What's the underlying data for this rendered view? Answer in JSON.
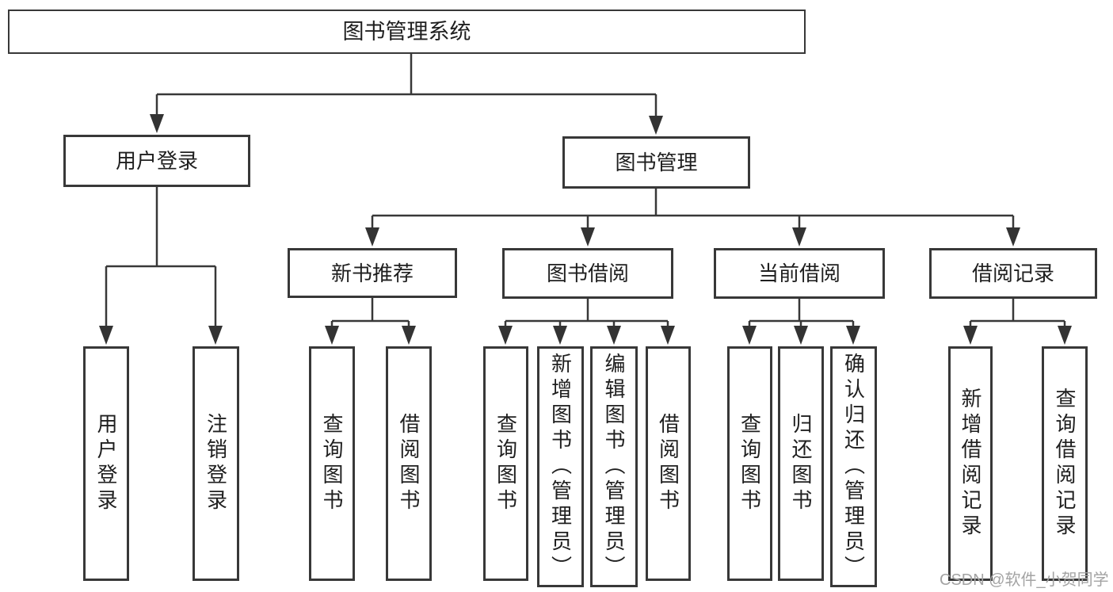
{
  "nodes": {
    "root": "图书管理系统",
    "user_login": "用户登录",
    "book_management": "图书管理",
    "new_book_recommend": "新书推荐",
    "book_borrowing": "图书借阅",
    "current_borrowing": "当前借阅",
    "borrow_records": "借阅记录",
    "leaf_user_login": "用户登录",
    "leaf_logout": "注销登录",
    "leaf_nb_query_books": "查询图书",
    "leaf_nb_borrow_books": "借阅图书",
    "leaf_bb_query_books": "查询图书",
    "leaf_bb_add_books_admin": "新增图书（管理员）",
    "leaf_bb_edit_books_admin": "编辑图书（管理员）",
    "leaf_bb_borrow_books": "借阅图书",
    "leaf_cb_query_books": "查询图书",
    "leaf_cb_return_books": "归还图书",
    "leaf_cb_confirm_return_admin": "确认归还（管理员）",
    "leaf_br_add_record": "新增借阅记录",
    "leaf_br_query_record": "查询借阅记录"
  },
  "watermark": "CSDN @软件_小贺同学",
  "colors": {
    "line": "#383838",
    "box_border": "#383838",
    "text": "#1f1f1f",
    "watermark": "#a3a3a3",
    "background": "#ffffff"
  }
}
